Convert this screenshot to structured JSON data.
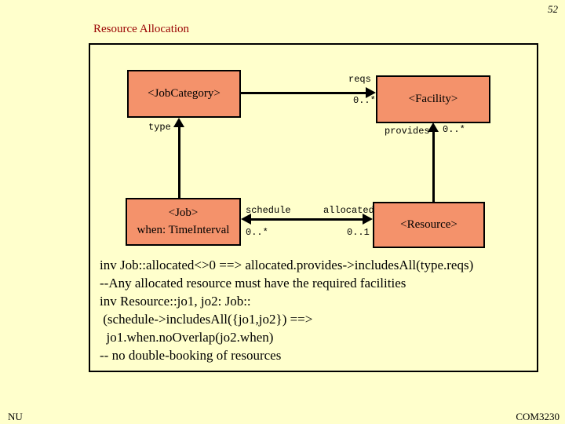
{
  "slide": {
    "number": "52",
    "title": "Resource Allocation",
    "footer_left": "NU",
    "footer_right": "COM3230"
  },
  "colors": {
    "background": "#FFFFCC",
    "panel_background": "#FFFFCC",
    "box_fill": "#F4926B",
    "box_border": "#000000",
    "title_text": "#990000",
    "body_text": "#000000"
  },
  "diagram": {
    "classes": [
      {
        "id": "jobcategory",
        "name": "<JobCategory>",
        "attribute": ""
      },
      {
        "id": "facility",
        "name": "<Facility>",
        "attribute": ""
      },
      {
        "id": "job",
        "name": "<Job>",
        "attribute": "when: TimeInterval"
      },
      {
        "id": "resource",
        "name": "<Resource>",
        "attribute": ""
      }
    ],
    "edges": {
      "reqs_label": "reqs",
      "reqs_mult": "0..*",
      "type_label": "type",
      "provides_label": "provides",
      "provides_mult": "0..*",
      "schedule_label": "schedule",
      "schedule_mult": "0..*",
      "allocated_label": "allocated",
      "allocated_mult": "0..1"
    },
    "associations": [
      {
        "from": "JobCategory",
        "to": "Facility",
        "label": "reqs",
        "multiplicity": "0..*",
        "arrow": "to"
      },
      {
        "from": "Job",
        "to": "JobCategory",
        "label": "type",
        "arrow": "to"
      },
      {
        "from": "Resource",
        "to": "Facility",
        "label": "provides",
        "multiplicity": "0..*",
        "arrow": "to"
      },
      {
        "from": "Job",
        "to": "Resource",
        "label_near_job": "schedule",
        "mult_near_job": "0..*",
        "label_near_resource": "allocated",
        "mult_near_resource": "0..1",
        "arrow": "both"
      }
    ]
  },
  "constraints": {
    "lines": [
      "inv Job::allocated<>0 ==> allocated.provides->includesAll(type.reqs)",
      "--Any allocated resource must have the required facilities",
      "inv Resource::jo1, jo2: Job::",
      " (schedule->includesAll({jo1,jo2}) ==>",
      "  jo1.when.noOverlap(jo2.when)",
      "-- no double-booking of resources"
    ]
  }
}
